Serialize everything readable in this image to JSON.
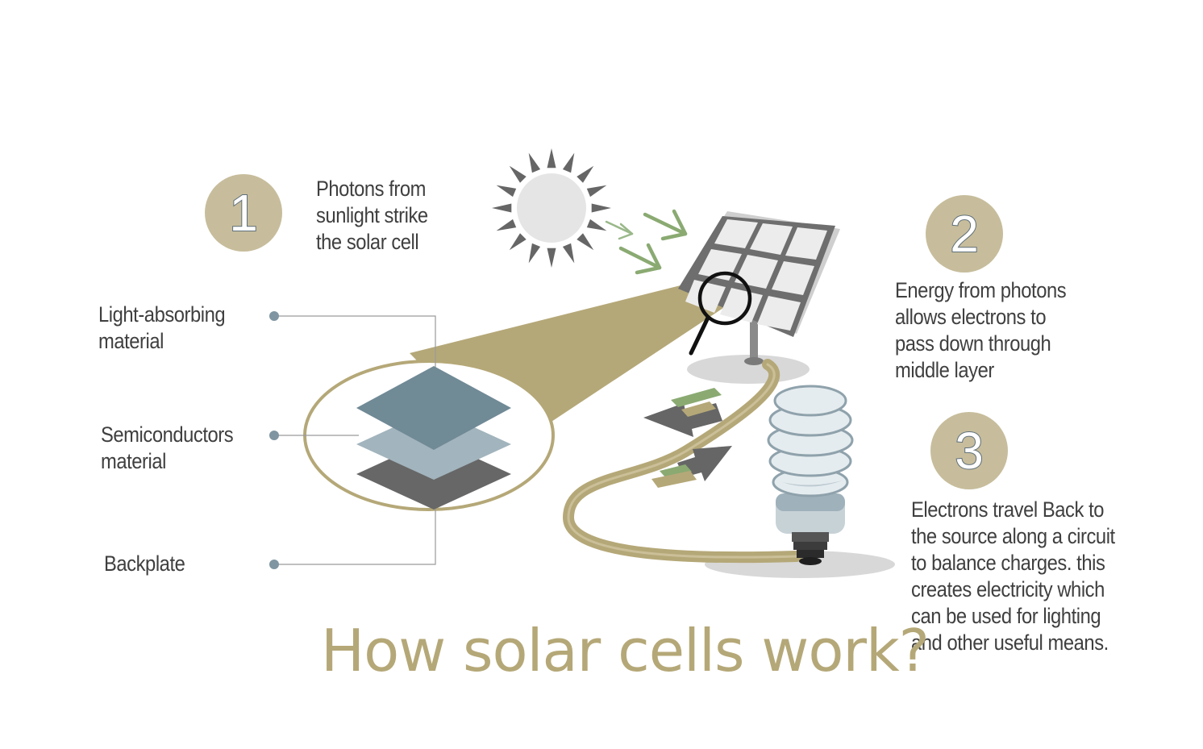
{
  "title": "How solar cells work?",
  "steps": [
    {
      "number": "1",
      "lines": [
        "Photons from",
        "sunlight strike",
        "the solar cell"
      ]
    },
    {
      "number": "2",
      "lines": [
        "Energy from photons",
        "allows electrons to",
        "pass down through",
        "middle layer"
      ]
    },
    {
      "number": "3",
      "lines": [
        "Electrons travel Back to",
        "the source along a circuit",
        "to balance charges. this",
        "creates electricity which",
        "can be used for lighting",
        "and other useful means."
      ]
    }
  ],
  "layers": [
    {
      "lines": [
        "Light-absorbing",
        "material"
      ]
    },
    {
      "lines": [
        "Semiconductors",
        "material"
      ]
    },
    {
      "lines": [
        "Backplate"
      ]
    }
  ],
  "colors": {
    "gold": "#b5a878",
    "badge": "#c7bd9c",
    "slate": "#6f8793",
    "light_slate": "#9fb1bb",
    "dark_gray": "#666666",
    "green": "#8aaa72",
    "text": "#3f3f3f"
  },
  "icons": [
    "sun-icon",
    "solar-panel-icon",
    "magnifier-icon",
    "light-bulb-icon",
    "arrow-left-icon",
    "arrow-right-icon"
  ]
}
